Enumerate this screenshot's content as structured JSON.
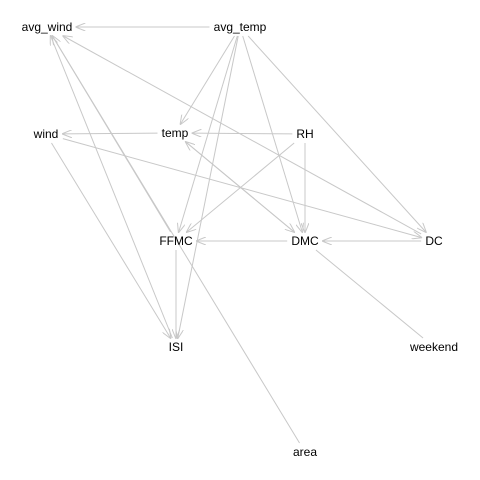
{
  "nodes": [
    {
      "id": "avg_wind",
      "label": "avg_wind"
    },
    {
      "id": "avg_temp",
      "label": "avg_temp"
    },
    {
      "id": "wind",
      "label": "wind"
    },
    {
      "id": "temp",
      "label": "temp"
    },
    {
      "id": "RH",
      "label": "RH"
    },
    {
      "id": "FFMC",
      "label": "FFMC"
    },
    {
      "id": "DMC",
      "label": "DMC"
    },
    {
      "id": "DC",
      "label": "DC"
    },
    {
      "id": "ISI",
      "label": "ISI"
    },
    {
      "id": "weekend",
      "label": "weekend"
    },
    {
      "id": "area",
      "label": "area"
    }
  ],
  "edges": [
    {
      "from": "avg_temp",
      "to": "avg_wind",
      "directed": true
    },
    {
      "from": "avg_temp",
      "to": "temp",
      "directed": true
    },
    {
      "from": "avg_temp",
      "to": "FFMC",
      "directed": true
    },
    {
      "from": "avg_temp",
      "to": "ISI",
      "directed": true
    },
    {
      "from": "avg_temp",
      "to": "DMC",
      "directed": true
    },
    {
      "from": "avg_temp",
      "to": "DC",
      "directed": true
    },
    {
      "from": "RH",
      "to": "temp",
      "directed": true
    },
    {
      "from": "RH",
      "to": "FFMC",
      "directed": true
    },
    {
      "from": "RH",
      "to": "DMC",
      "directed": true
    },
    {
      "from": "temp",
      "to": "wind",
      "directed": true
    },
    {
      "from": "temp",
      "to": "DMC",
      "directed": true
    },
    {
      "from": "DMC",
      "to": "temp",
      "directed": true
    },
    {
      "from": "DMC",
      "to": "FFMC",
      "directed": true
    },
    {
      "from": "DC",
      "to": "DMC",
      "directed": true
    },
    {
      "from": "DC",
      "to": "avg_wind",
      "directed": true
    },
    {
      "from": "wind",
      "to": "DC",
      "directed": true
    },
    {
      "from": "wind",
      "to": "ISI",
      "directed": true
    },
    {
      "from": "FFMC",
      "to": "ISI",
      "directed": true
    },
    {
      "from": "FFMC",
      "to": "avg_wind",
      "directed": true
    },
    {
      "from": "ISI",
      "to": "avg_wind",
      "directed": true
    },
    {
      "from": "area",
      "to": "avg_wind",
      "directed": false
    },
    {
      "from": "DMC",
      "to": "weekend",
      "directed": false
    }
  ],
  "colors": {
    "edge": "#c8c8c8",
    "label": "#000000",
    "background": "#ffffff"
  }
}
